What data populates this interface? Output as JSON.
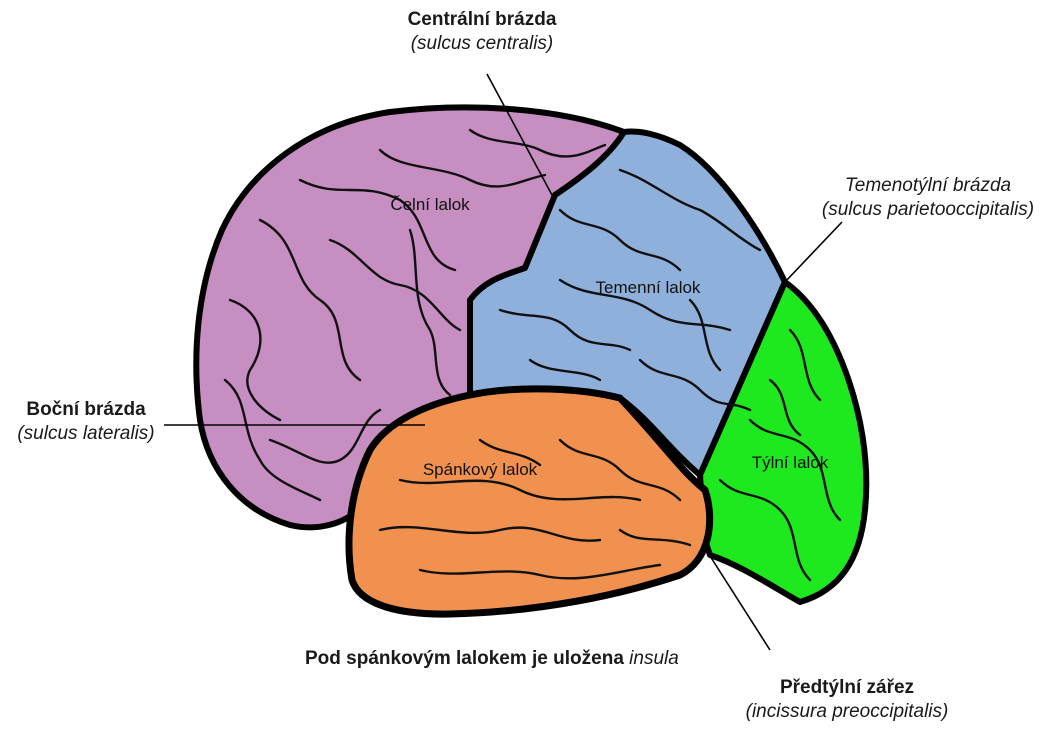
{
  "lobes": {
    "frontal": {
      "label": "Čelní lalok",
      "color": "#c68ec1"
    },
    "parietal": {
      "label": "Temenní lalok",
      "color": "#8fb0da"
    },
    "occipital": {
      "label": "Týlní lalok",
      "color": "#1ee81e"
    },
    "temporal": {
      "label": "Spánkový lalok",
      "color": "#f0914f"
    }
  },
  "callouts": {
    "central_sulcus": {
      "name": "Centrální brázda",
      "latin": "(sulcus centralis)"
    },
    "parieto_occipital_sulcus": {
      "name": "Temenotýlní brázda",
      "latin": "(sulcus parietooccipitalis)"
    },
    "lateral_sulcus": {
      "name": "Boční brázda",
      "latin": "(sulcus lateralis)"
    },
    "preoccipital_notch": {
      "name": "Předtýlní zářez",
      "latin": "(incissura preoccipitalis)"
    },
    "insula_note": {
      "text": "Pod spánkovým lalokem je uložena ",
      "emphasis": "insula"
    }
  },
  "colors": {
    "outline": "#000000",
    "sulci": "#111111"
  }
}
